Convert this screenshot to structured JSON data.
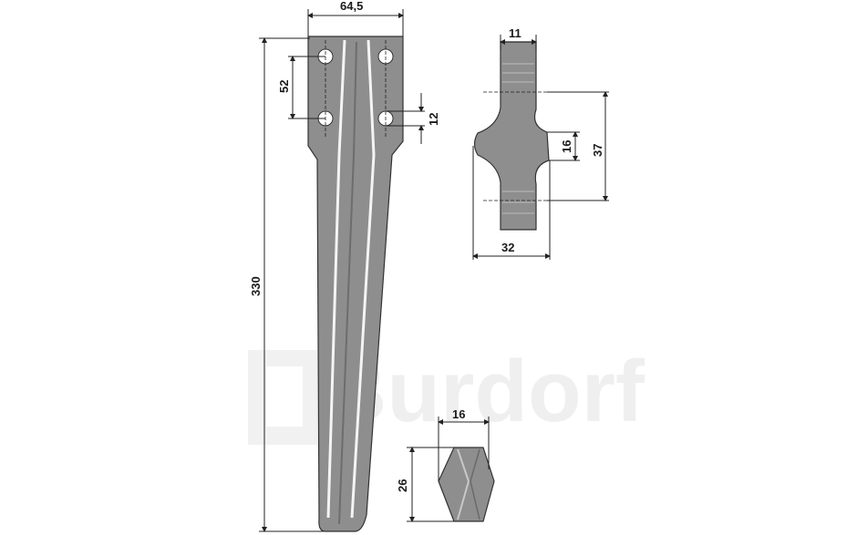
{
  "watermark": {
    "brand": "Burdorf"
  },
  "tine_front": {
    "dim_width": "64,5",
    "dim_length": "330",
    "dim_hole_spacing": "52",
    "dim_hole_size": "12"
  },
  "cross_section": {
    "dim_thickness": "11",
    "dim_width": "32",
    "dim_height": "37",
    "dim_flange": "16"
  },
  "tip_section": {
    "dim_width": "16",
    "dim_height": "26"
  }
}
